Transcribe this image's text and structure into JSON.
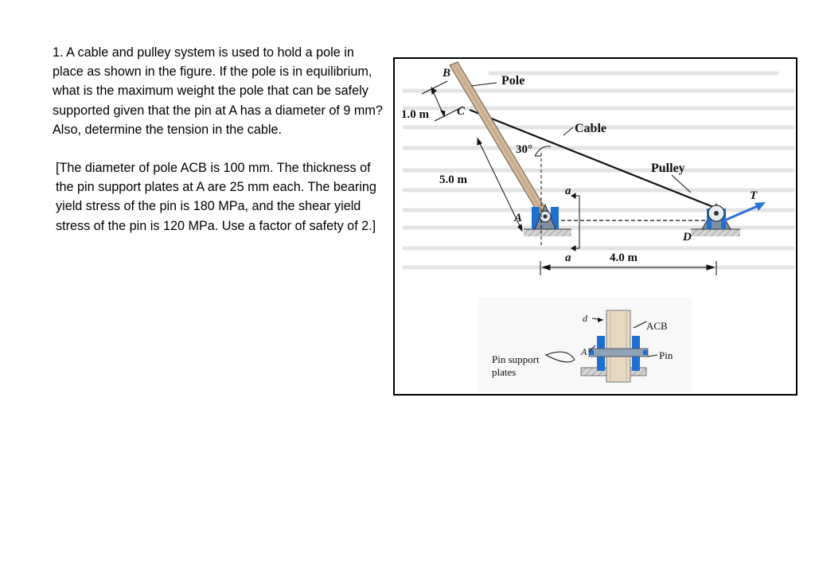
{
  "problem": {
    "question": "1.  A cable and pulley system is used to hold a pole in place as shown in the figure.  If the pole is in equilibrium, what is the maximum weight the pole that can be safely supported given that the pin at A has a diameter of 9 mm?  Also, determine the tension in the cable.",
    "given": "[The diameter of pole ACB is 100 mm.  The thickness of the pin support plates at A are 25 mm each.  The bearing yield stress of the pin is 180 MPa, and the shear yield stress of the pin is 120 MPa. Use a factor of safety of 2.]"
  },
  "figure": {
    "labels": {
      "B": "B",
      "C": "C",
      "A": "A",
      "D": "D",
      "T": "T",
      "pole": "Pole",
      "cable": "Cable",
      "pulley": "Pulley",
      "angle": "30°",
      "dim_bc": "1.0 m",
      "dim_ac": "5.0 m",
      "dim_ad": "4.0 m",
      "section_a_top": "a",
      "section_a_bottom": "a",
      "d": "d",
      "acb": "ACB",
      "pin": "Pin",
      "a_detail": "A",
      "pin_support_1": "Pin support",
      "pin_support_2": "plates"
    },
    "colors": {
      "pole": "#d2b89a",
      "support": "#1f6fd1",
      "pulley": "#7d8fa0",
      "ground": "#a9a9a9",
      "arrow": "#2a73d6",
      "faded_text": "#c9c9c9"
    }
  }
}
